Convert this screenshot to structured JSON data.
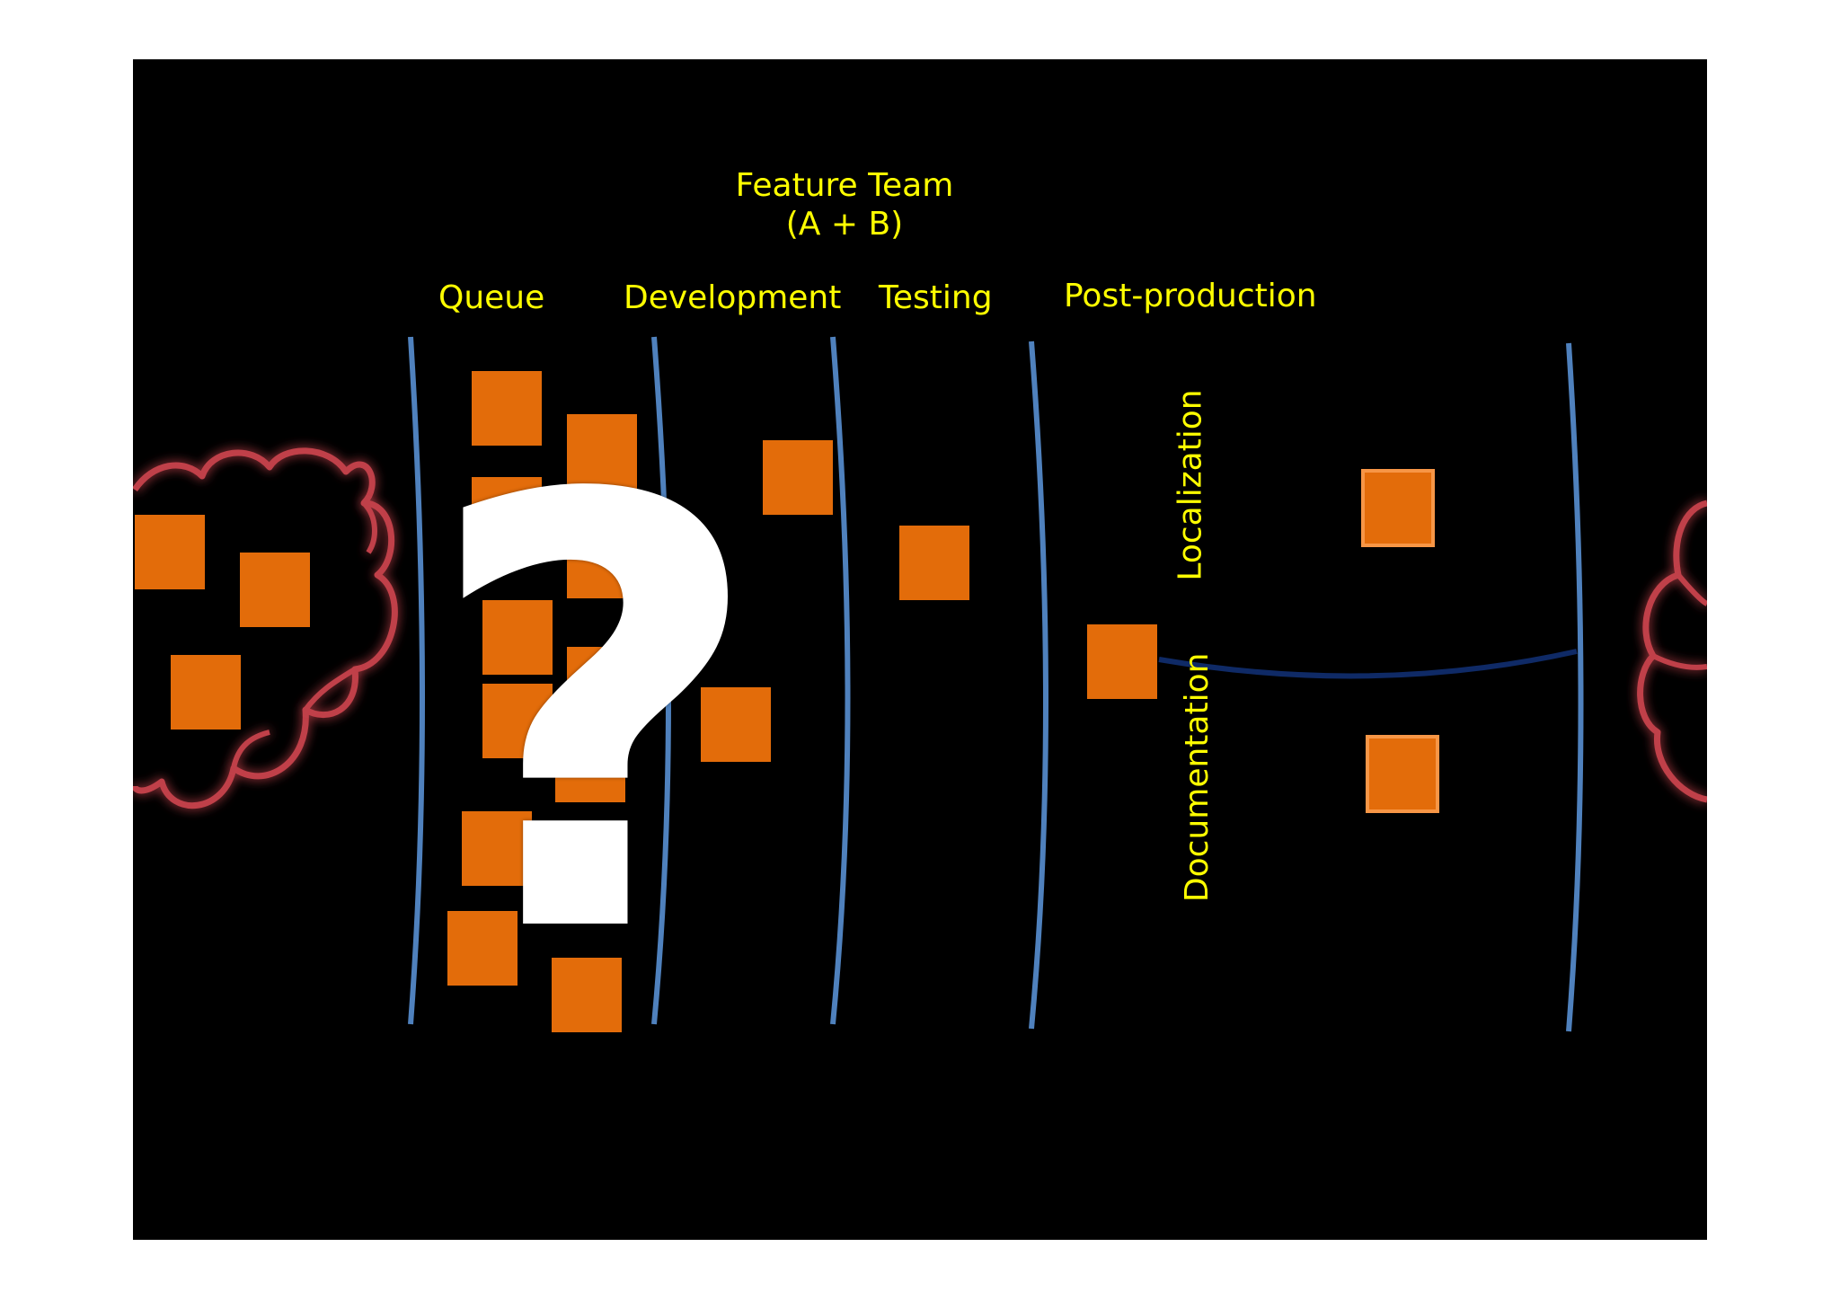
{
  "diagram": {
    "title": [
      "Feature Team",
      "(A + B)"
    ],
    "columns": {
      "queue": "Queue",
      "development": "Development",
      "testing": "Testing",
      "post_production": "Post-production"
    },
    "post_production_tracks": {
      "upper": "Localization",
      "lower": "Documentation"
    },
    "overlay_symbol": "?",
    "colors": {
      "background": "#000000",
      "work_item": "#e36c0a",
      "work_item_highlight_border": "#f79646",
      "column_divider": "#4f81bd",
      "track_divider": "#0f2a66",
      "cloud_outline": "#c0404a",
      "label_text": "#ffff00",
      "symbol": "#ffffff"
    }
  }
}
